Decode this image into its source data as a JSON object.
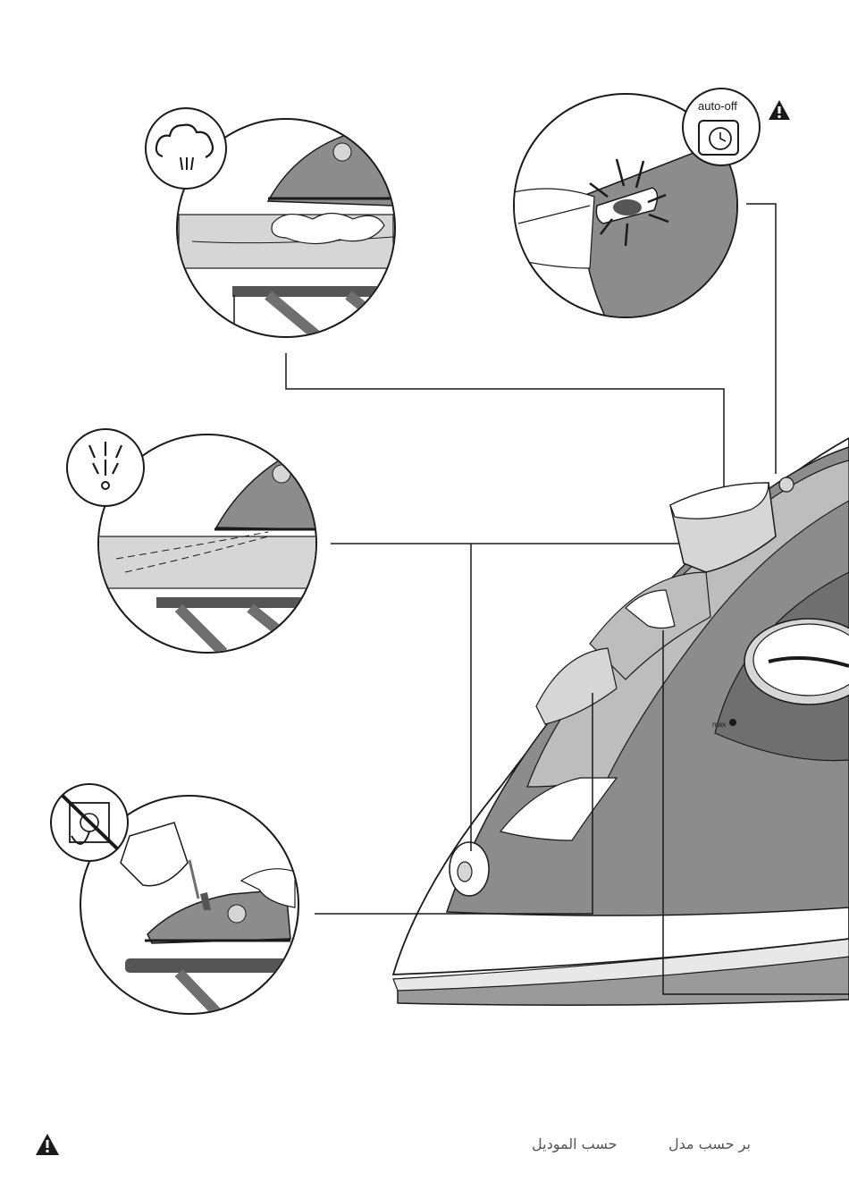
{
  "labels": {
    "auto_off": "auto-off",
    "max": "max"
  },
  "footer": {
    "text_left": "حسب الموديل",
    "text_right": "بر حسب مدل"
  },
  "icons": {
    "warning": "warning-triangle-icon",
    "steam": "steam-cloud-icon",
    "spray": "spray-icon",
    "no_plug": "no-plug-icon",
    "auto_off": "auto-off-timer-icon"
  },
  "colors": {
    "line": "#1a1a1a",
    "iron_body": "#8c8c8c",
    "iron_light": "#bdbdbd",
    "iron_lighter": "#d6d6d6",
    "bubble_fill": "#ffffff"
  }
}
